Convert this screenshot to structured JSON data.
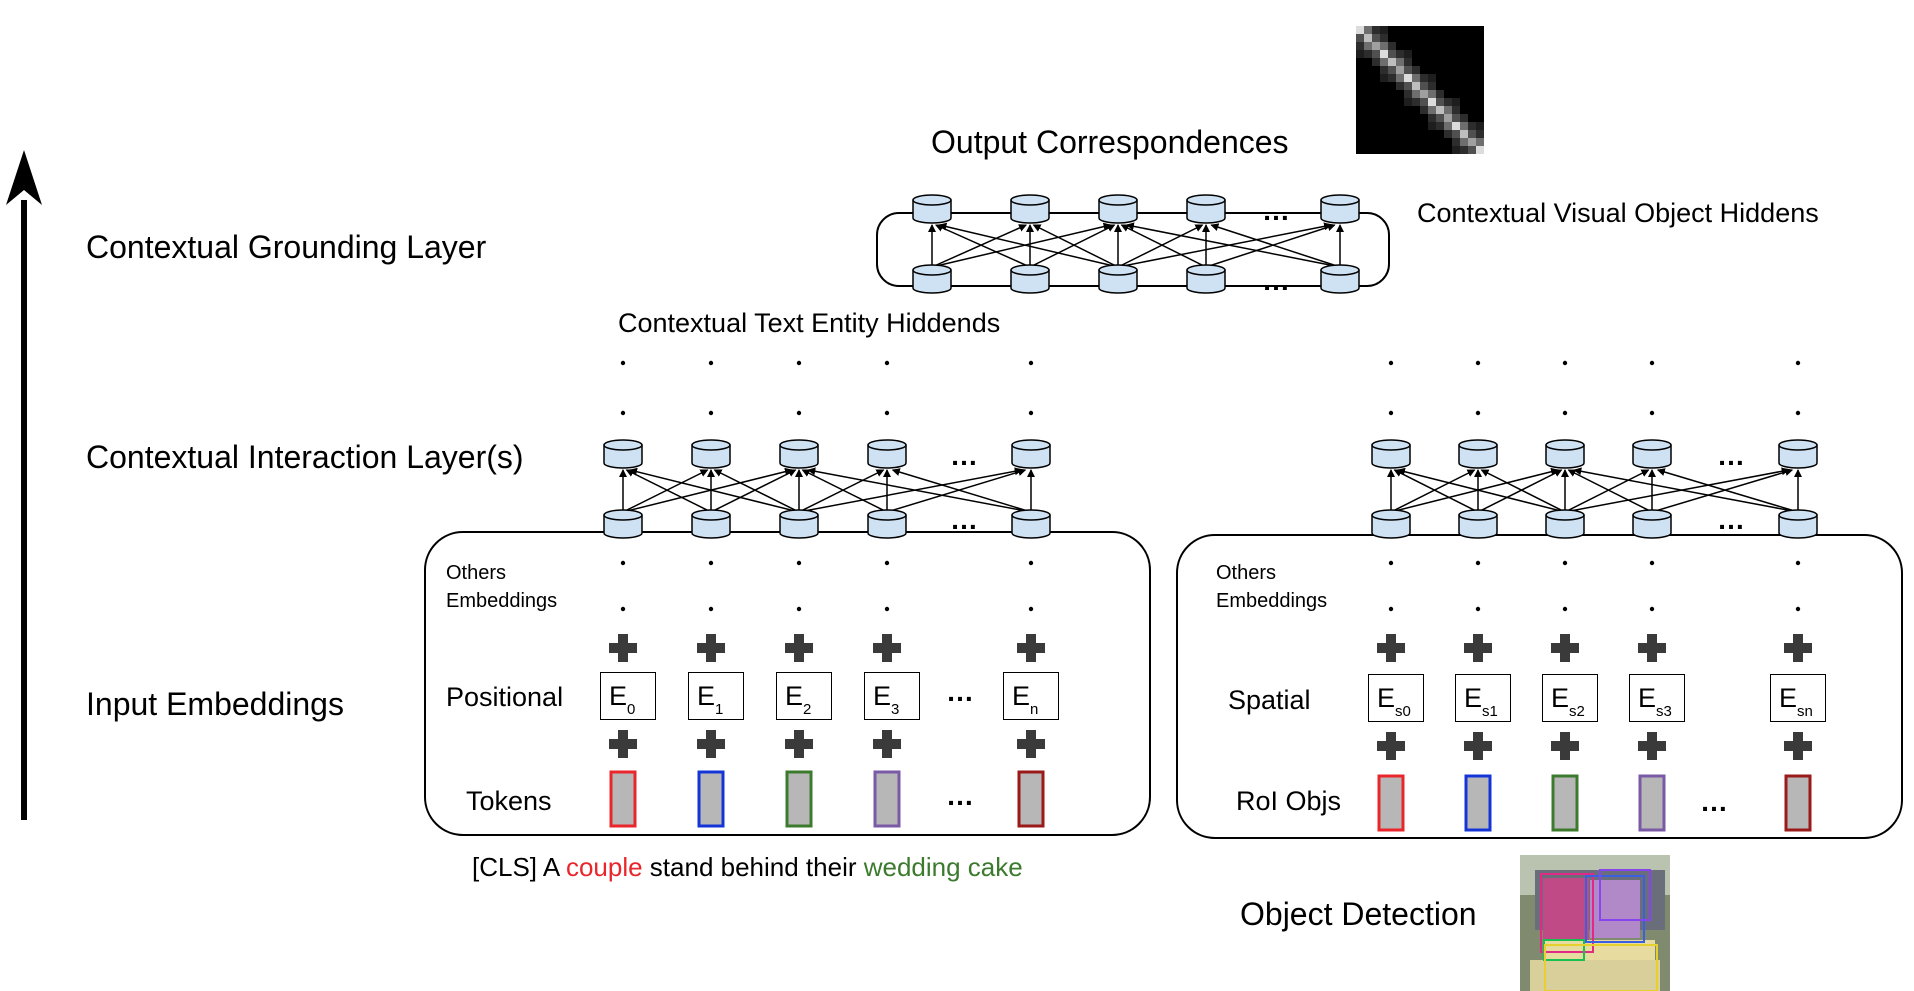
{
  "left_labels": {
    "grounding": "Contextual Grounding Layer",
    "interaction": "Contextual Interaction Layer(s)",
    "input": "Input Embeddings"
  },
  "top": {
    "output": "Output Correspondences",
    "visual_hiddens": "Contextual Visual Object Hiddens",
    "text_hiddens": "Contextual Text Entity Hiddends"
  },
  "text_panel": {
    "others": "Others\nEmbeddings",
    "positional": "Positional",
    "tokens": "Tokens",
    "embeddings": [
      {
        "e": "E",
        "sub": "0"
      },
      {
        "e": "E",
        "sub": "1"
      },
      {
        "e": "E",
        "sub": "2"
      },
      {
        "e": "E",
        "sub": "3"
      },
      {
        "e": "E",
        "sub": "n"
      }
    ],
    "ellipsis": "…",
    "token_colors": [
      "#e8262b",
      "#1434d8",
      "#3c7a2e",
      "#7a5aa6",
      "#9a1a1a"
    ]
  },
  "visual_panel": {
    "others": "Others\nEmbeddings",
    "spatial": "Spatial",
    "objs": "RoI Objs",
    "embeddings": [
      {
        "e": "E",
        "sub": "s0"
      },
      {
        "e": "E",
        "sub": "s1"
      },
      {
        "e": "E",
        "sub": "s2"
      },
      {
        "e": "E",
        "sub": "s3"
      },
      {
        "e": "E",
        "sub": "sn"
      }
    ],
    "ellipsis": "…",
    "obj_colors": [
      "#e8262b",
      "#1434d8",
      "#3c7a2e",
      "#7a5aa6",
      "#9a1a1a"
    ]
  },
  "caption": {
    "part1": "[CLS] A ",
    "couple": "couple",
    "part2": " stand behind their ",
    "cake": "wedding cake"
  },
  "object_detection": "Object Detection",
  "colors": {
    "node_fill": "#cfe2f3",
    "token_fill": "#b7b7b7",
    "plus": "#3a3a3a"
  }
}
